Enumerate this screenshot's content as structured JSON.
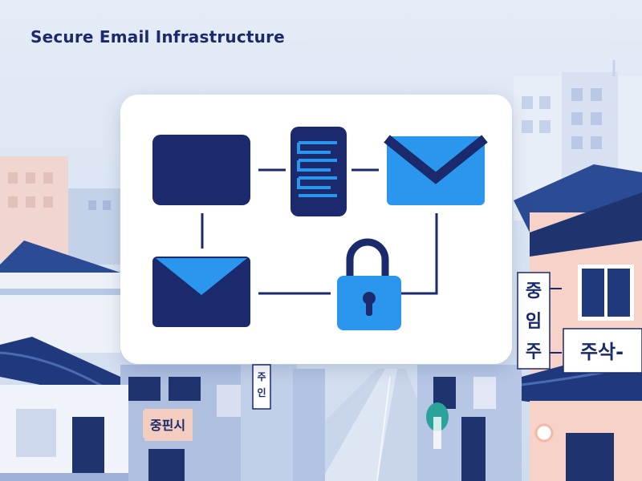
{
  "title": "Secure Email Infrastructure",
  "signs": {
    "right_vertical": [
      "중",
      "임",
      "주"
    ],
    "right_horizontal": "주삭-",
    "left_bottom": "중핀시",
    "center_vertical": [
      "주",
      "인"
    ]
  },
  "diagram": {
    "nodes": [
      {
        "name": "monitor",
        "icon": "computer-screen-icon"
      },
      {
        "name": "server",
        "icon": "server-icon"
      },
      {
        "name": "envelope-top",
        "icon": "mail-envelope-icon"
      },
      {
        "name": "envelope-bottom",
        "icon": "mail-envelope-icon"
      },
      {
        "name": "padlock",
        "icon": "lock-icon"
      }
    ]
  },
  "colors": {
    "navy": "#1a2a6c",
    "accent_blue": "#2a96ee",
    "sky": "#dbe6f4",
    "card": "#ffffff"
  }
}
